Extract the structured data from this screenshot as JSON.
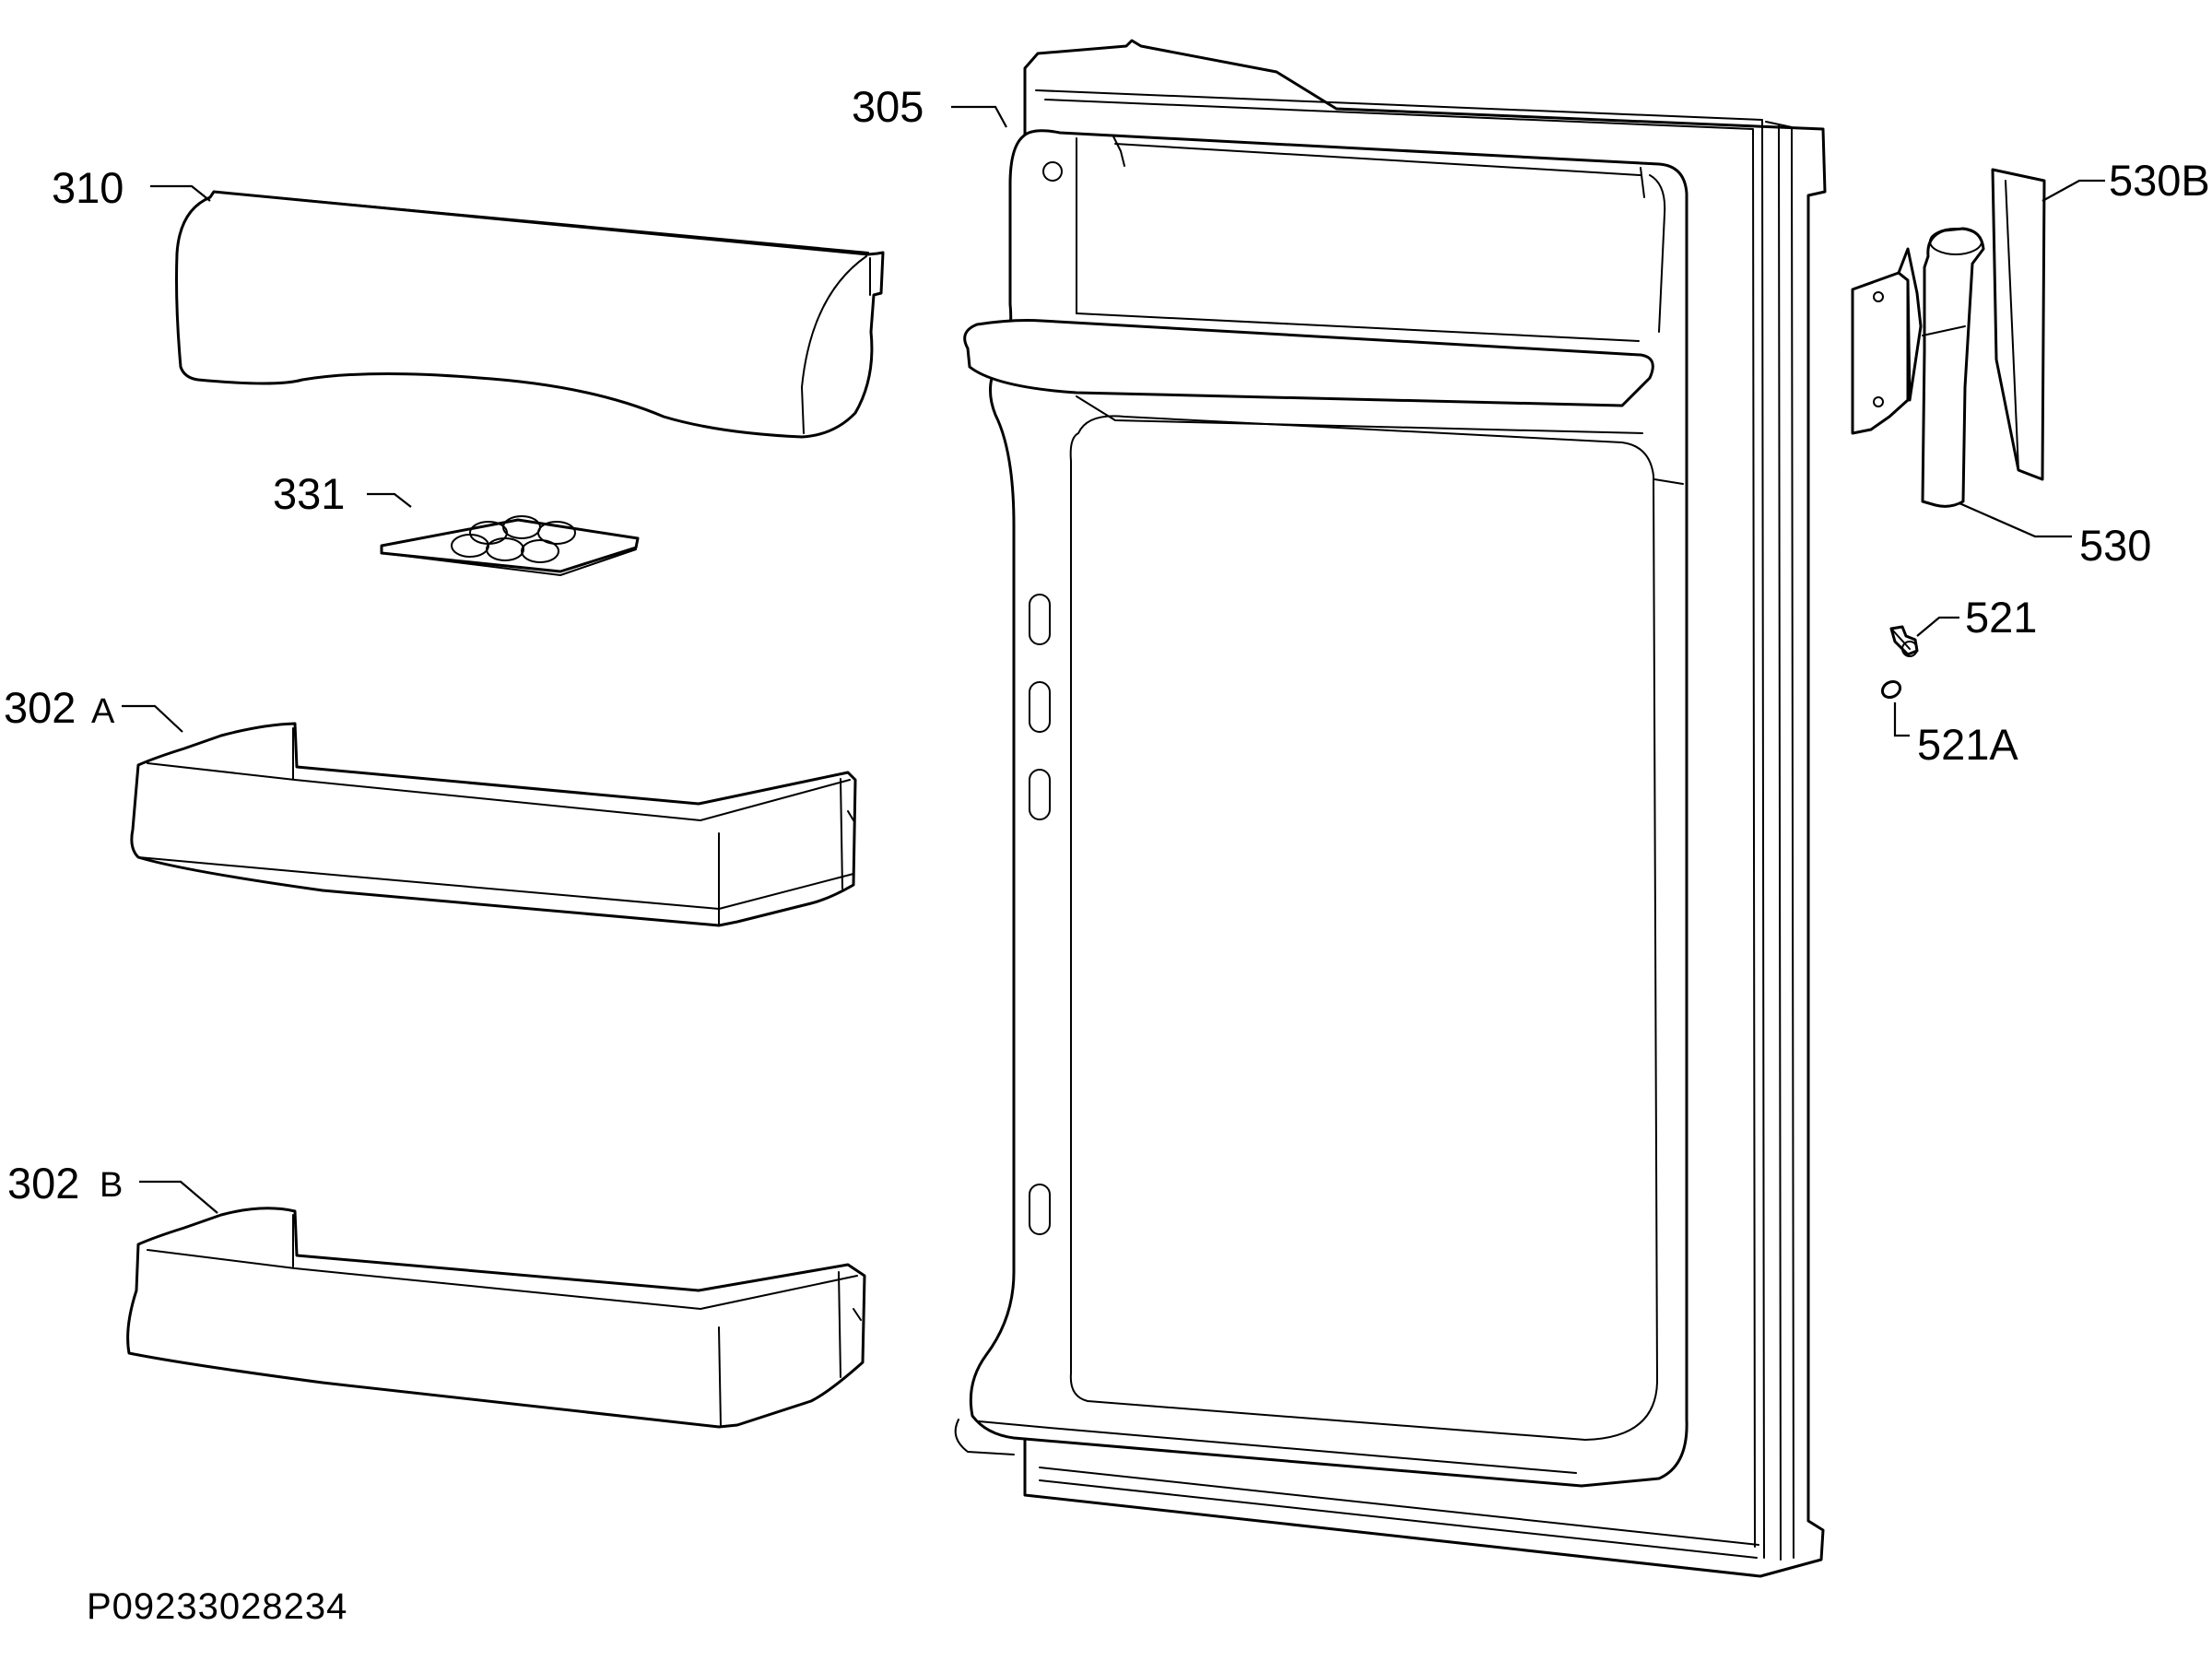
{
  "diagram_id": "P09233028234",
  "labels": {
    "p305": "305",
    "p310": "310",
    "p331": "331",
    "p302a_num": "302",
    "p302a_suffix": "A",
    "p302b_num": "302",
    "p302b_suffix": "B",
    "p530b": "530B",
    "p530": "530",
    "p521": "521",
    "p521a": "521A"
  }
}
